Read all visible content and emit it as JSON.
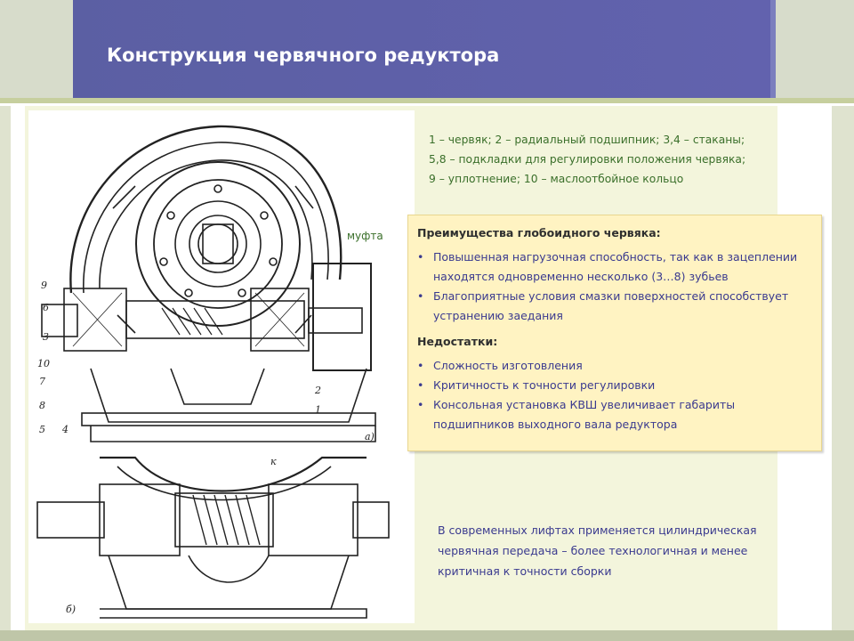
{
  "title": "Конструкция червячного редуктора",
  "legend": [
    "1 – червяк; 2 – радиальный подшипник; 3,4 – стаканы;",
    "5,8 – подкладки для регулировки положения червяка;",
    "9 – уплотнение; 10 – маслоотбойное кольцо"
  ],
  "mufta_label": "муфта",
  "advantages": {
    "heading": "Преимущества глобоидного червяка:",
    "items": [
      [
        "Повышенная нагрузочная способность, так как в зацеплении",
        "находятся одновременно несколько (3…8) зубьев"
      ],
      [
        "Благоприятные условия смазки поверхностей способствует",
        "устранению заедания"
      ]
    ]
  },
  "disadvantages": {
    "heading": "Недостатки:",
    "items": [
      [
        "Сложность изготовления"
      ],
      [
        "Критичность к точности регулировки"
      ],
      [
        "Консольная установка КВШ увеличивает габариты",
        "подшипников выходного вала редуктора"
      ]
    ]
  },
  "note": [
    "В современных лифтах применяется цилиндрическая",
    "червячная передача – более технологичная и менее",
    "критичная к точности сборки"
  ],
  "drawing": {
    "label_a": "а)",
    "label_b": "б)",
    "numbers": [
      "9",
      "6",
      "3",
      "10",
      "7",
      "8",
      "5",
      "4",
      "1",
      "2",
      "к"
    ]
  },
  "colors": {
    "title_bar": "#6262ae",
    "accent_green": "#c6cf9e",
    "box_bg": "#fff3c2",
    "legend_text": "#3a6f2a",
    "body_text": "#3a3a8f"
  }
}
